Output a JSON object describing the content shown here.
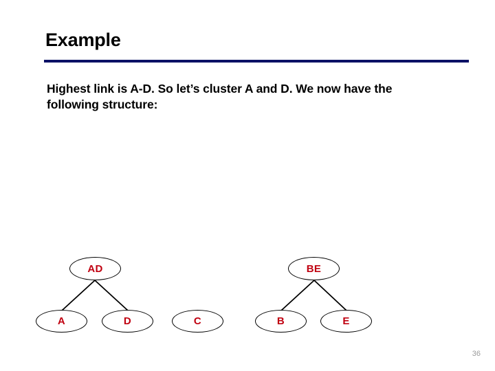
{
  "slide": {
    "title": "Example",
    "body_text": "Highest link is A-D. So let’s cluster A and D. We now have the following structure:",
    "page_number": "36",
    "accent_rule_color": "#0b1166",
    "node_text_color": "#c00010",
    "node_outline_color": "#000000",
    "background_color": "#ffffff"
  },
  "diagram": {
    "type": "dendrogram",
    "clusters": [
      {
        "id": "AD",
        "label": "AD",
        "children": [
          "A",
          "D"
        ]
      },
      {
        "id": "BE",
        "label": "BE",
        "children": [
          "B",
          "E"
        ]
      }
    ],
    "leaves": [
      {
        "id": "A",
        "label": "A"
      },
      {
        "id": "D",
        "label": "D"
      },
      {
        "id": "C",
        "label": "C"
      },
      {
        "id": "B",
        "label": "B"
      },
      {
        "id": "E",
        "label": "E"
      }
    ],
    "edges": [
      {
        "from": "AD",
        "to": "A"
      },
      {
        "from": "AD",
        "to": "D"
      },
      {
        "from": "BE",
        "to": "B"
      },
      {
        "from": "BE",
        "to": "E"
      }
    ]
  }
}
